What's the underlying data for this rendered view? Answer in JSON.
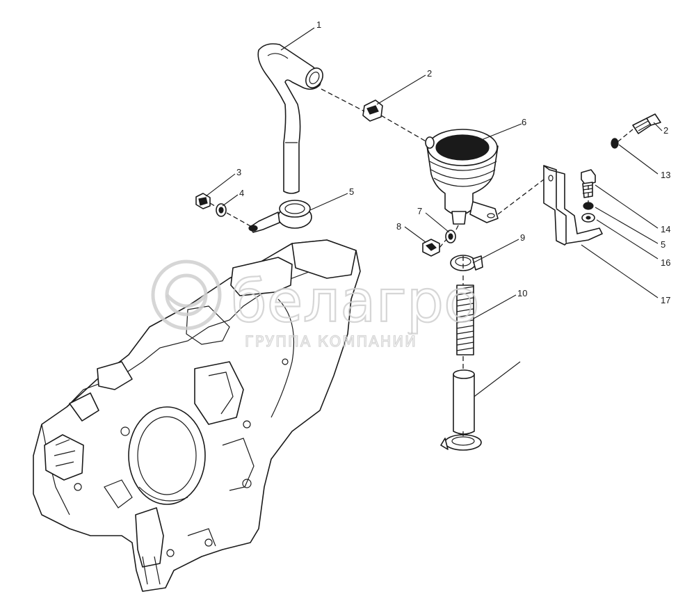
{
  "top_mark": "",
  "callouts": [
    {
      "id": "c1",
      "text": "1"
    },
    {
      "id": "c2",
      "text": "2"
    },
    {
      "id": "c3",
      "text": "3"
    },
    {
      "id": "c4",
      "text": "4"
    },
    {
      "id": "c5",
      "text": "5"
    },
    {
      "id": "c6",
      "text": "6"
    },
    {
      "id": "c7",
      "text": "7"
    },
    {
      "id": "c8",
      "text": "8"
    },
    {
      "id": "c9",
      "text": "9"
    },
    {
      "id": "c10",
      "text": "10"
    },
    {
      "id": "c11",
      "text": ""
    },
    {
      "id": "c12",
      "text": "2"
    },
    {
      "id": "c13",
      "text": "13"
    },
    {
      "id": "c14",
      "text": "14"
    },
    {
      "id": "c15",
      "text": "5"
    },
    {
      "id": "c16",
      "text": "16"
    },
    {
      "id": "c17",
      "text": "17"
    }
  ],
  "watermark": {
    "brand": "белагро",
    "subtitle": "ГРУППА КОМПАНИЙ"
  },
  "colors": {
    "line": "#1a1a1a",
    "background": "#ffffff",
    "watermark": "#cfcfcf"
  }
}
